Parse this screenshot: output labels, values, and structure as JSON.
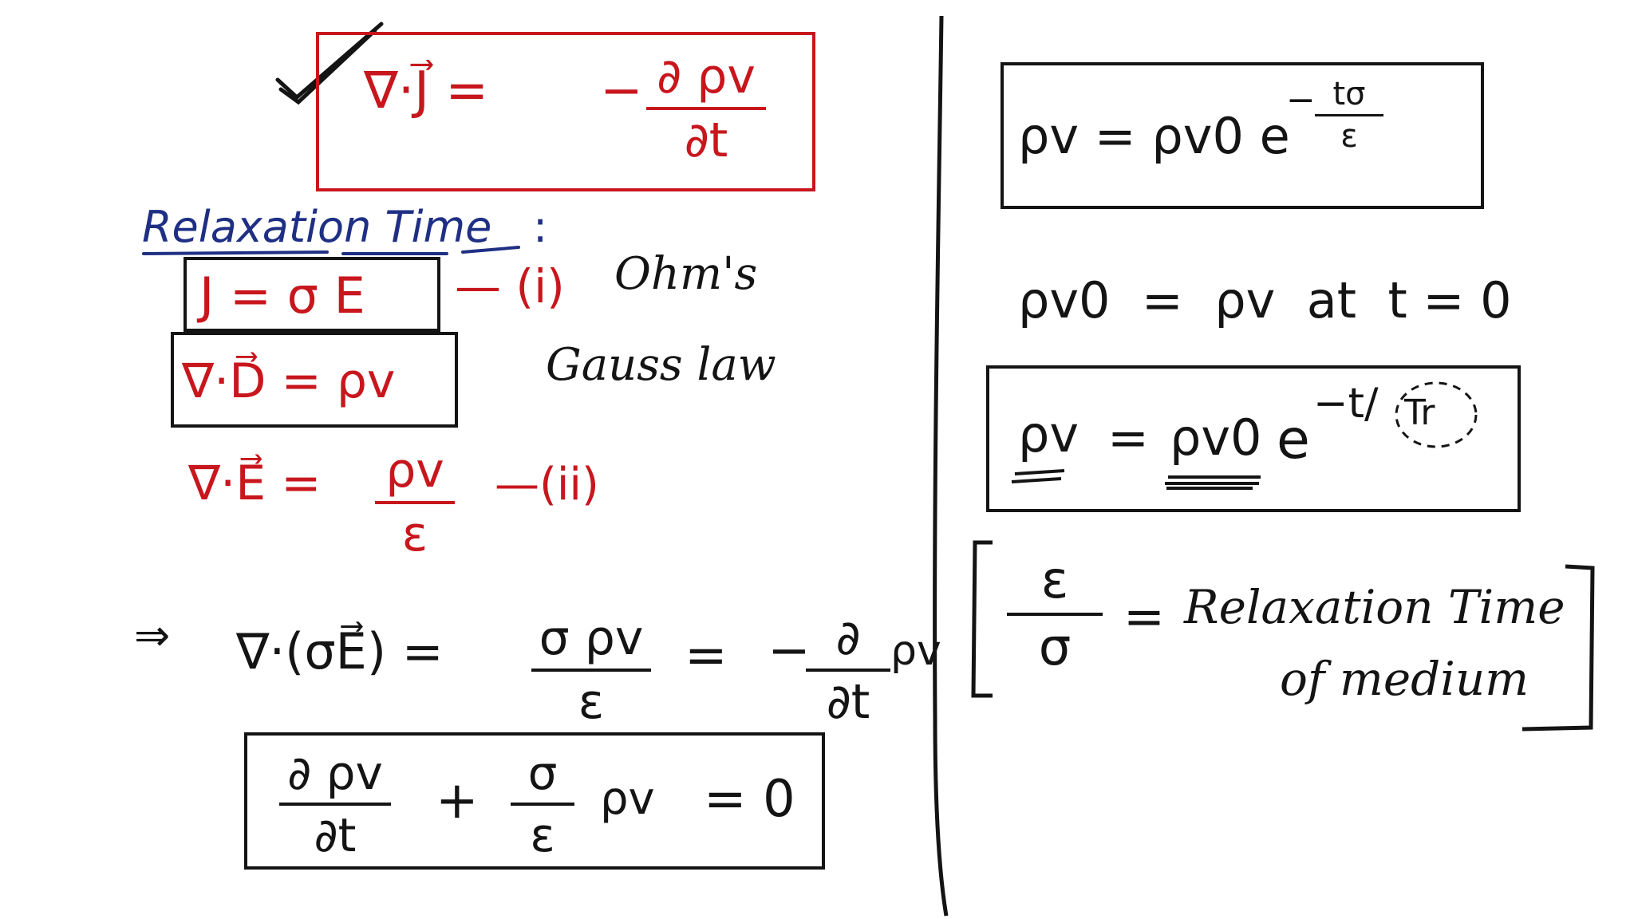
{
  "left": {
    "continuity_eq": {
      "lhs": "∇·J⃗ =",
      "minus": "−",
      "num": "∂ ρv",
      "den": "∂t"
    },
    "section_title": "Relaxation Time",
    "section_colon": ":",
    "ohms": {
      "eq": "J = σ E",
      "tag": "— (i)",
      "note": "Ohm's"
    },
    "gauss": {
      "eq": "∇·D⃗ = ρv",
      "note": "Gauss law"
    },
    "eq2": {
      "lhs": "∇·E⃗ =",
      "num": "ρv",
      "den": "ε",
      "tag": "—(ii)"
    },
    "derive": {
      "implies": "⇒",
      "lhs": "∇·(σE⃗) =",
      "num1": "σ ρv",
      "den1": "ε",
      "eq2": "=",
      "minus": "−",
      "num2": "∂",
      "den2": "∂t",
      "rho": "ρv"
    },
    "final": {
      "num1": "∂ ρv",
      "den1": "∂t",
      "plus": "+",
      "num2": "σ",
      "den2": "ε",
      "rho": "ρv",
      "rhs": "= 0"
    }
  },
  "right": {
    "solution": {
      "lhs": "ρv = ρv0 e",
      "exp_minus": "−",
      "exp_num": "tσ",
      "exp_den": "ε"
    },
    "initial": "ρv0  =  ρv  at  t = 0",
    "boxed": {
      "lhs": "ρv",
      "eq": "=",
      "rhs": "ρv0",
      "e": "e",
      "exp": "−t/",
      "tr": "Tr"
    },
    "definition": {
      "num": "ε",
      "den": "σ",
      "eq": "=",
      "text1": "Relaxation Time",
      "text2": "of medium"
    }
  },
  "colors": {
    "red": "#c8161d",
    "blue": "#1e2f84",
    "black": "#141414"
  }
}
